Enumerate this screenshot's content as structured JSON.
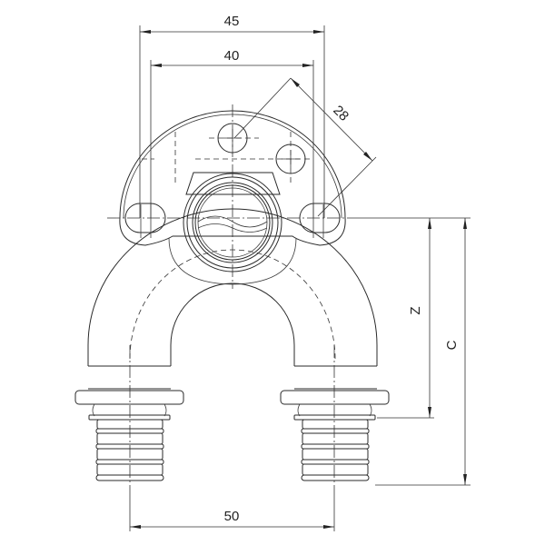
{
  "drawing": {
    "subject": "U-shaped wall-plate pipe fitting with press connectors",
    "dimensions": {
      "overall_width": "45",
      "hole_spacing": "40",
      "plate_radius": "28",
      "outlet_spacing": "50",
      "z_height": "Z",
      "c_height": "C"
    }
  },
  "colors": {
    "line": "#2a2a2a",
    "background": "#ffffff"
  }
}
